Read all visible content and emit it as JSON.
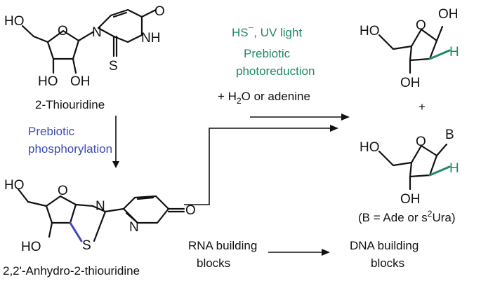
{
  "compounds": {
    "thiouridine": "2-Thiouridine",
    "anhydro": "2,2'-Anhydro-2-thiouridine"
  },
  "atoms": {
    "ho": "HO",
    "oh": "OH",
    "o": "O",
    "n": "N",
    "nh": "NH",
    "s": "S",
    "h": "H",
    "b": "B"
  },
  "conditions": {
    "phosphorylation_line1": "Prebiotic",
    "phosphorylation_line2": "phosphorylation",
    "reagent_hs": "HS",
    "reagent_hs_charge": "−",
    "reagent_uv": ", UV light",
    "photoreduction_line1": "Prebiotic",
    "photoreduction_line2": "photoreduction",
    "water_plus": "+ H",
    "water_sub": "2",
    "water_rest": "O or adenine"
  },
  "products": {
    "plus": "+",
    "b_def_prefix": "(B = Ade or s",
    "b_def_sup": "2",
    "b_def_suffix": "Ura)"
  },
  "building_blocks": {
    "rna_line1": "RNA building",
    "rna_line2": "blocks",
    "dna_line1": "DNA building",
    "dna_line2": "blocks"
  },
  "colors": {
    "green": "#1e8a6a",
    "blue": "#3b4bb8",
    "black": "#111111"
  }
}
